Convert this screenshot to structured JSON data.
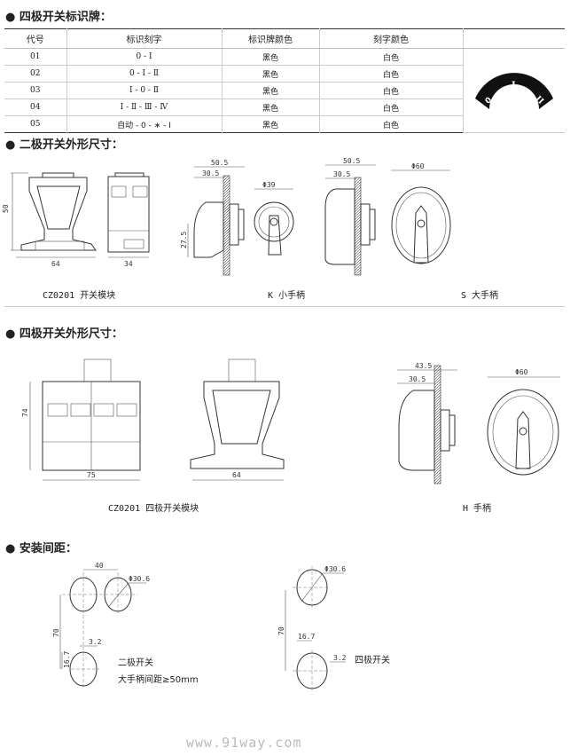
{
  "sections": {
    "plate_title": "● 四极开关标识牌：",
    "two_pole_title": "● 二极开关外形尺寸：",
    "four_pole_title": "● 四极开关外形尺寸：",
    "mounting_title": "● 安装间距："
  },
  "table": {
    "headers": [
      "代号",
      "标识刻字",
      "标识牌颜色",
      "刻字颜色"
    ],
    "rows": [
      [
        "01",
        "0 - Ⅰ",
        "黑色",
        "白色"
      ],
      [
        "02",
        "0 - Ⅰ - Ⅱ",
        "黑色",
        "白色"
      ],
      [
        "03",
        "Ⅰ - 0 - Ⅱ",
        "黑色",
        "白色"
      ],
      [
        "04",
        "Ⅰ - Ⅱ - Ⅲ - Ⅳ",
        "黑色",
        "白色"
      ],
      [
        "05",
        "自动 - 0 - ∗ - Ⅰ",
        "黑色",
        "白色"
      ]
    ],
    "plate_marks": [
      "0",
      "I",
      "II"
    ]
  },
  "two_pole": {
    "module": {
      "height": "50",
      "width": "64",
      "depth": "34",
      "caption": "CZ0201 开关模块"
    },
    "k_handle": {
      "total": "50.5",
      "body": "30.5",
      "offset": "27.5",
      "dia": "Φ39",
      "caption": "K 小手柄"
    },
    "s_handle": {
      "total": "50.5",
      "body": "30.5",
      "dia": "Φ60",
      "caption": "S 大手柄"
    }
  },
  "four_pole": {
    "module": {
      "height": "74",
      "width": "75",
      "depth": "64",
      "caption": "CZ0201 四极开关模块"
    },
    "h_handle": {
      "total": "43.5",
      "body": "30.5",
      "dia": "Φ60",
      "caption": "H 手柄"
    }
  },
  "mounting": {
    "two": {
      "spacing": "40",
      "dia": "Φ30.6",
      "vertical": "70",
      "key": "3.2",
      "offset": "16.7",
      "label": "二极开关",
      "note": "大手柄间距≥50mm"
    },
    "four": {
      "dia": "Φ30.6",
      "vertical": "70",
      "offset": "16.7",
      "key": "3.2",
      "label": "四极开关"
    }
  },
  "watermark": "www.91way.com"
}
